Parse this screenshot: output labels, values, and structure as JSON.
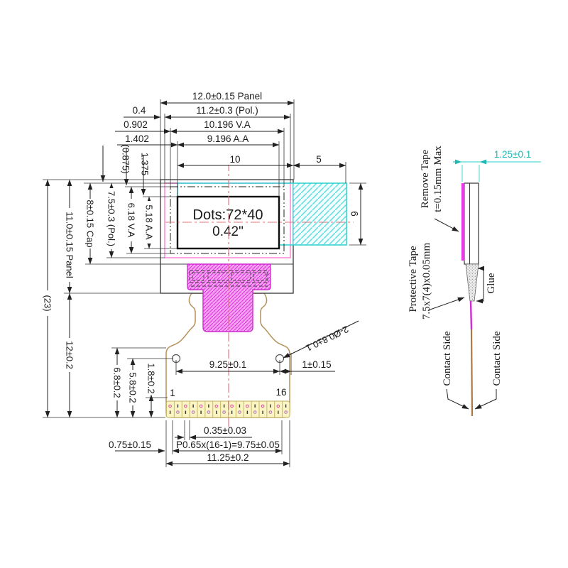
{
  "main_view": {
    "top_dims": {
      "panel_width": "12.0±0.15 Panel",
      "pol_width": "11.2±0.3 (Pol.)",
      "va_width": "10.196 V.A",
      "aa_width": "9.196 A.A",
      "offset_panel_pol": "0.4",
      "offset_panel_va": "0.902",
      "offset_panel_aa": "1.402",
      "offset_va_top": "(0.875)",
      "offset_aa_top": "1.375",
      "tape_left_width": "10",
      "tape_right_width": "5"
    },
    "left_dims": {
      "panel_height": "11.0±0.15 Panel",
      "cap_height": "8±0.15 Cap",
      "pol_height": "7.5±0.3 (Pol.)",
      "va_height": "6.18 V.A",
      "aa_height": "5.18 A.A",
      "total_height": "(23)",
      "fpc_length": "12±0.2",
      "hole_top_offset": "6.8±0.2",
      "hole_center_offset": "5.8±0.2",
      "pin_strip_height": "1.8±0.2"
    },
    "display": {
      "dots": "Dots:72*40",
      "size": "0.42\""
    },
    "tape_height": "6",
    "bottom_dims": {
      "hole_spacing": "9.25±0.1",
      "hole_edge": "1±0.15",
      "hole_diameter": "2-Ø0.8±0.1",
      "pin_width": "0.35±0.03",
      "pin_pitch": "P0.65x(16-1)=9.75±0.05",
      "pin_margin": "0.75±0.15",
      "fpc_width": "11.25±0.2"
    },
    "pins": {
      "first": "1",
      "last": "16"
    }
  },
  "side_view": {
    "tape_width": "1.25±0.1",
    "remove_tape_label": "Remove Tape",
    "remove_tape_spec": "t=0.15mm Max",
    "protective_tape_label": "Protective Tape",
    "protective_tape_spec": "7.5x7(4)x0.05mm",
    "glue_label": "Glue",
    "contact_side_left": "Contact Side",
    "contact_side_right": "Contact Side"
  },
  "colors": {
    "magenta_connector": "#cf2bcf",
    "pol_outline_pink": "#ff85d5",
    "tape_cyan": "#2dd0d0",
    "fpc_tan": "#b5915a",
    "pin_strip_yellow": "#fbf5c3",
    "centerline_pink": "#e4707a"
  }
}
